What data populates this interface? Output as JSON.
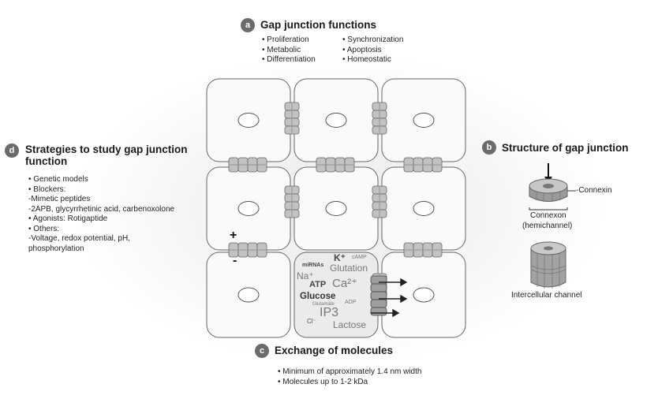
{
  "panel_a": {
    "letter": "a",
    "title": "Gap junction functions",
    "col1": [
      "Proliferation",
      "Metabolic",
      "Differentiation"
    ],
    "col2": [
      "Synchronization",
      "Apoptosis",
      "Homeostatic"
    ]
  },
  "panel_b": {
    "letter": "b",
    "title": "Structure of gap junction",
    "connexin_label": "-Connexin",
    "connexon_label": "Connexon",
    "hemichannel_label": "(hemichannel)",
    "intercellular_label": "Intercellular channel"
  },
  "panel_c": {
    "letter": "c",
    "title": "Exchange of molecules",
    "items": [
      "Minimum of approximately 1.4 nm width",
      "Molecules up to 1-2 kDa"
    ]
  },
  "panel_d": {
    "letter": "d",
    "title_line1": "Strategies to study gap junction",
    "title_line2": "function",
    "items": [
      {
        "text": "Genetic models",
        "bullet": true
      },
      {
        "text": "Blockers:",
        "bullet": true
      },
      {
        "text": "-Mimetic peptides",
        "bullet": false
      },
      {
        "text": "-2APB, glycyrrhetinic acid, carbenoxolone",
        "bullet": false
      },
      {
        "text": "Agonists: Rotigaptide",
        "bullet": true
      },
      {
        "text": "Others:",
        "bullet": true
      },
      {
        "text": "-Voltage, redox potential, pH,",
        "bullet": false
      },
      {
        "text": "phosphorylation",
        "bullet": false
      }
    ]
  },
  "signs": {
    "plus": "+",
    "minus": "-"
  },
  "molecules": {
    "k": "K⁺",
    "camp": "cAMP",
    "mirnas": "miRNAs",
    "glutation": "Glutation",
    "na": "Na⁺",
    "atp": "ATP",
    "ca": "Ca²⁺",
    "glucose": "Glucose",
    "glutamate": "Glutamate",
    "adp": "ADP",
    "ip3": "IP3",
    "cl": "Cl⁻",
    "lactose": "Lactose"
  }
}
